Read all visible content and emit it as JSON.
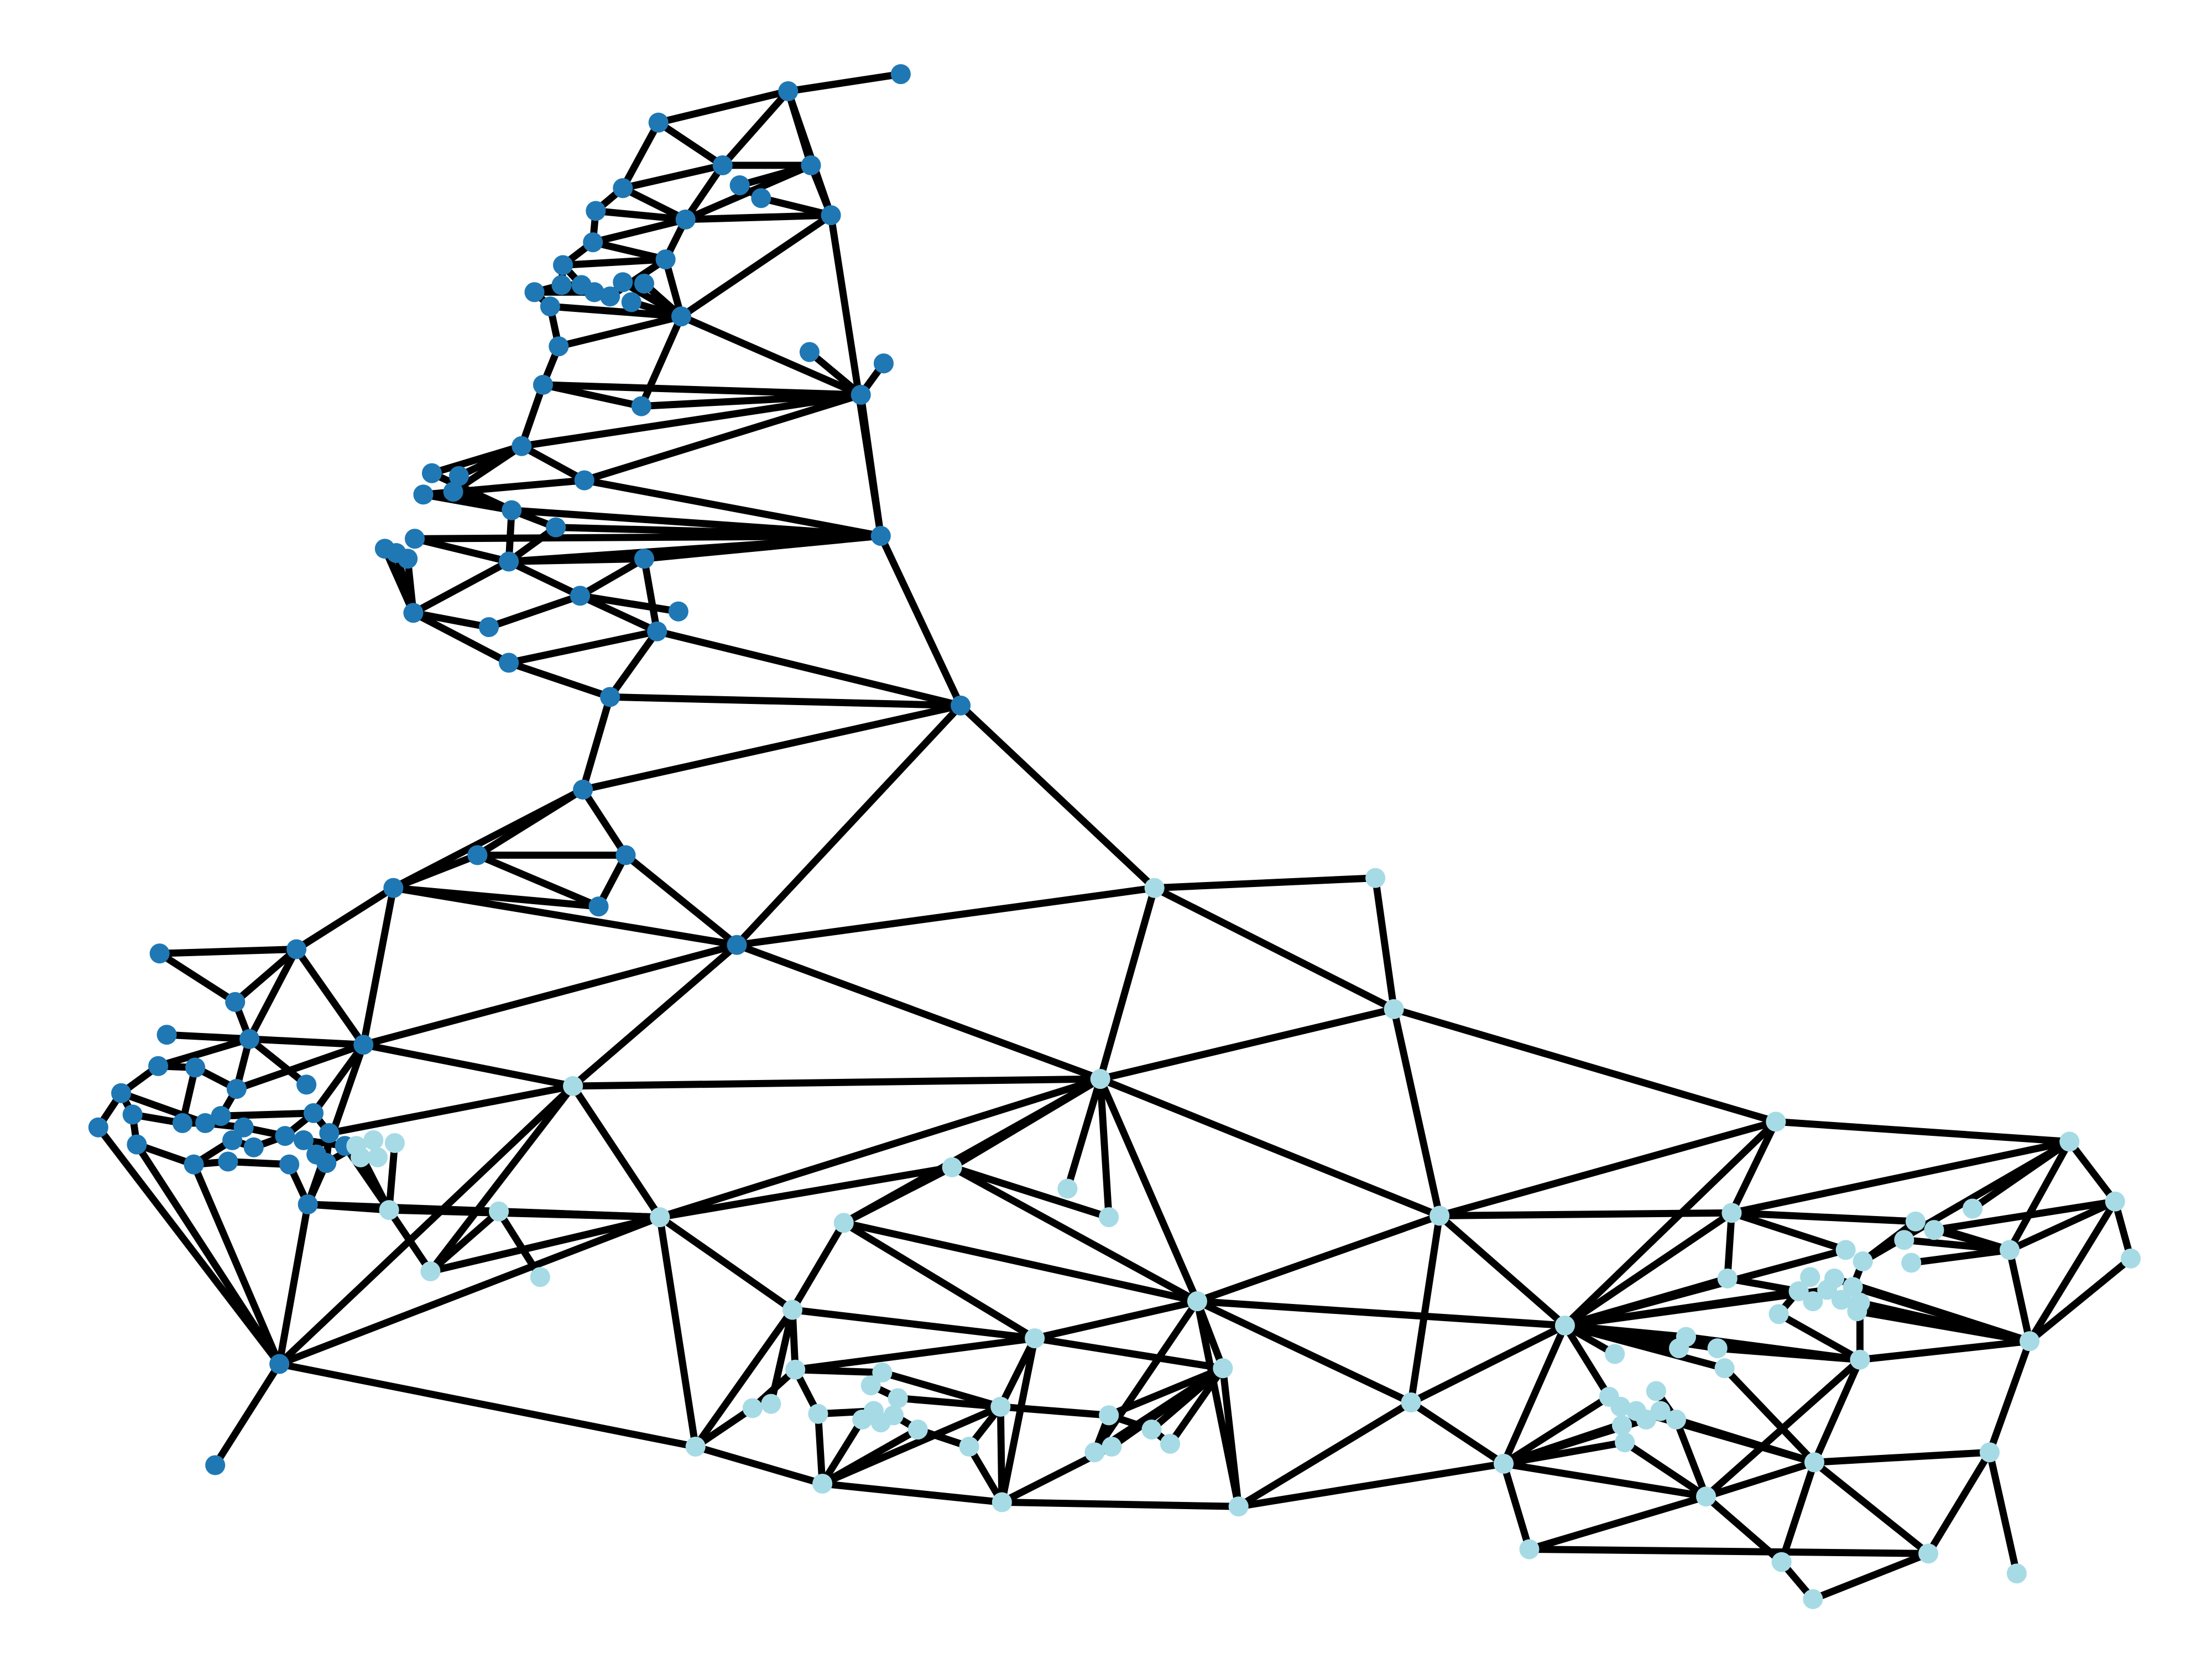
{
  "graph": {
    "type": "network",
    "communities": [
      {
        "id": "A",
        "color": "#1f78b4"
      },
      {
        "id": "B",
        "color": "#a6dbe6"
      }
    ],
    "edge_color": "#000000",
    "background": "#ffffff",
    "node_count": 192,
    "edge_count": 383
  }
}
